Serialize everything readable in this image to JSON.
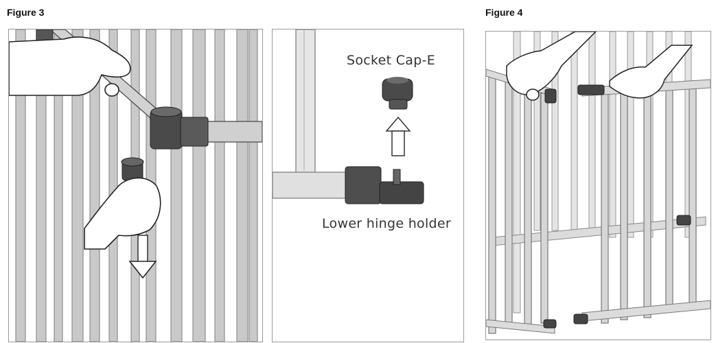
{
  "figures": {
    "fig3_title": "Figure 3",
    "fig4_title": "Figure 4"
  },
  "callouts": {
    "socket_cap": "Socket Cap-E",
    "lower_hinge": "Lower hinge holder"
  },
  "colors": {
    "rail": "#c4c4c4",
    "rail_dark": "#8e8e8e",
    "part": "#4a4a4a",
    "hand_outline": "#222222"
  }
}
